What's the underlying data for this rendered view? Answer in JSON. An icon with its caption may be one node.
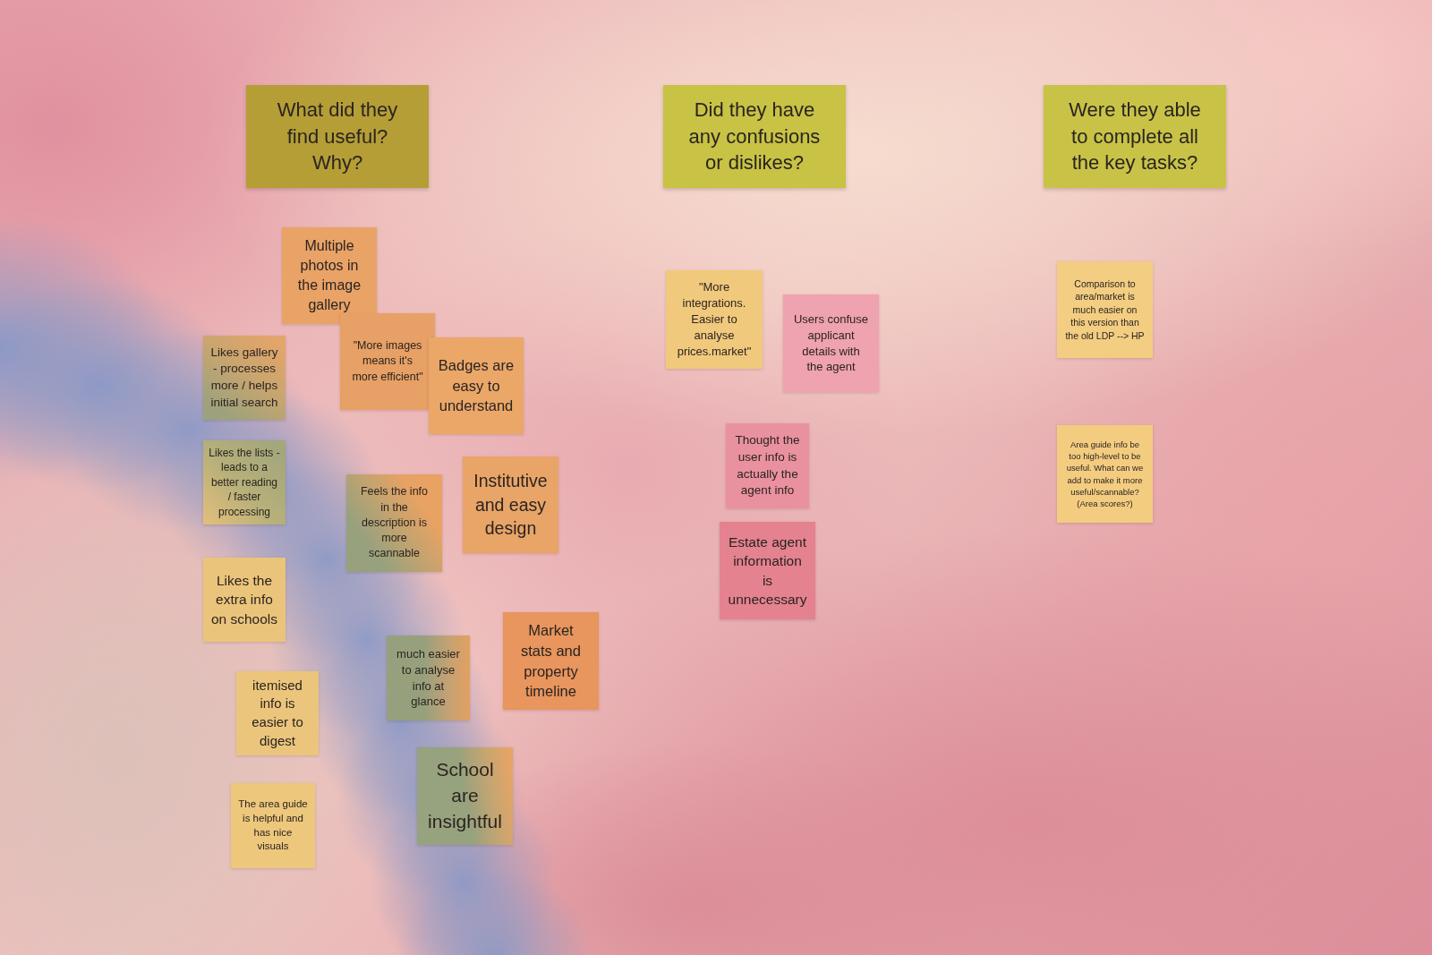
{
  "diagram": {
    "nodes": [
      {
        "text": [
          "What did they find useful? Why?"
        ]
      },
      {
        "text": [
          "Multiple photos in the image gallery"
        ]
      },
      {
        "text": [
          "Likes gallery - processes more / helps initial search"
        ]
      },
      {
        "text": [
          "\"More images means it's more efficient\""
        ]
      },
      {
        "text": [
          "Badges are easy to understand"
        ]
      },
      {
        "text": [
          "Likes the lists - leads to a better reading / faster processing"
        ]
      },
      {
        "text": [
          "Feels the info in the description is more scannable"
        ]
      },
      {
        "text": [
          "Institutive and easy design"
        ]
      },
      {
        "text": [
          "Likes the extra info on schools"
        ]
      },
      {
        "text": [
          "much easier to analyse info at glance"
        ]
      },
      {
        "text": [
          "Market stats and property timeline"
        ]
      },
      {
        "text": [
          "itemised info is easier to digest"
        ]
      },
      {
        "text": [
          "School are insightful"
        ]
      },
      {
        "text": [
          "The area guide is helpful and has nice visuals"
        ]
      },
      {
        "text": [
          "Did they have any confusions or dislikes?"
        ]
      },
      {
        "text": [
          "\"More integrations. Easier to analyse prices.market\""
        ]
      },
      {
        "text": [
          "Users confuse applicant details with the agent"
        ]
      },
      {
        "text": [
          "Thought the user info is actually the agent info"
        ]
      },
      {
        "text": [
          "Estate agent information is unnecessary"
        ]
      },
      {
        "text": [
          "Were they able to complete all the key tasks?"
        ]
      },
      {
        "text": [
          "Comparison to area/market is much easier on this version than the old LDP --> HP"
        ]
      },
      {
        "text": [
          "Area guide info be too high-level to be useful. What can we add to make it more useful/scannable? (Area scores?)"
        ]
      }
    ]
  }
}
